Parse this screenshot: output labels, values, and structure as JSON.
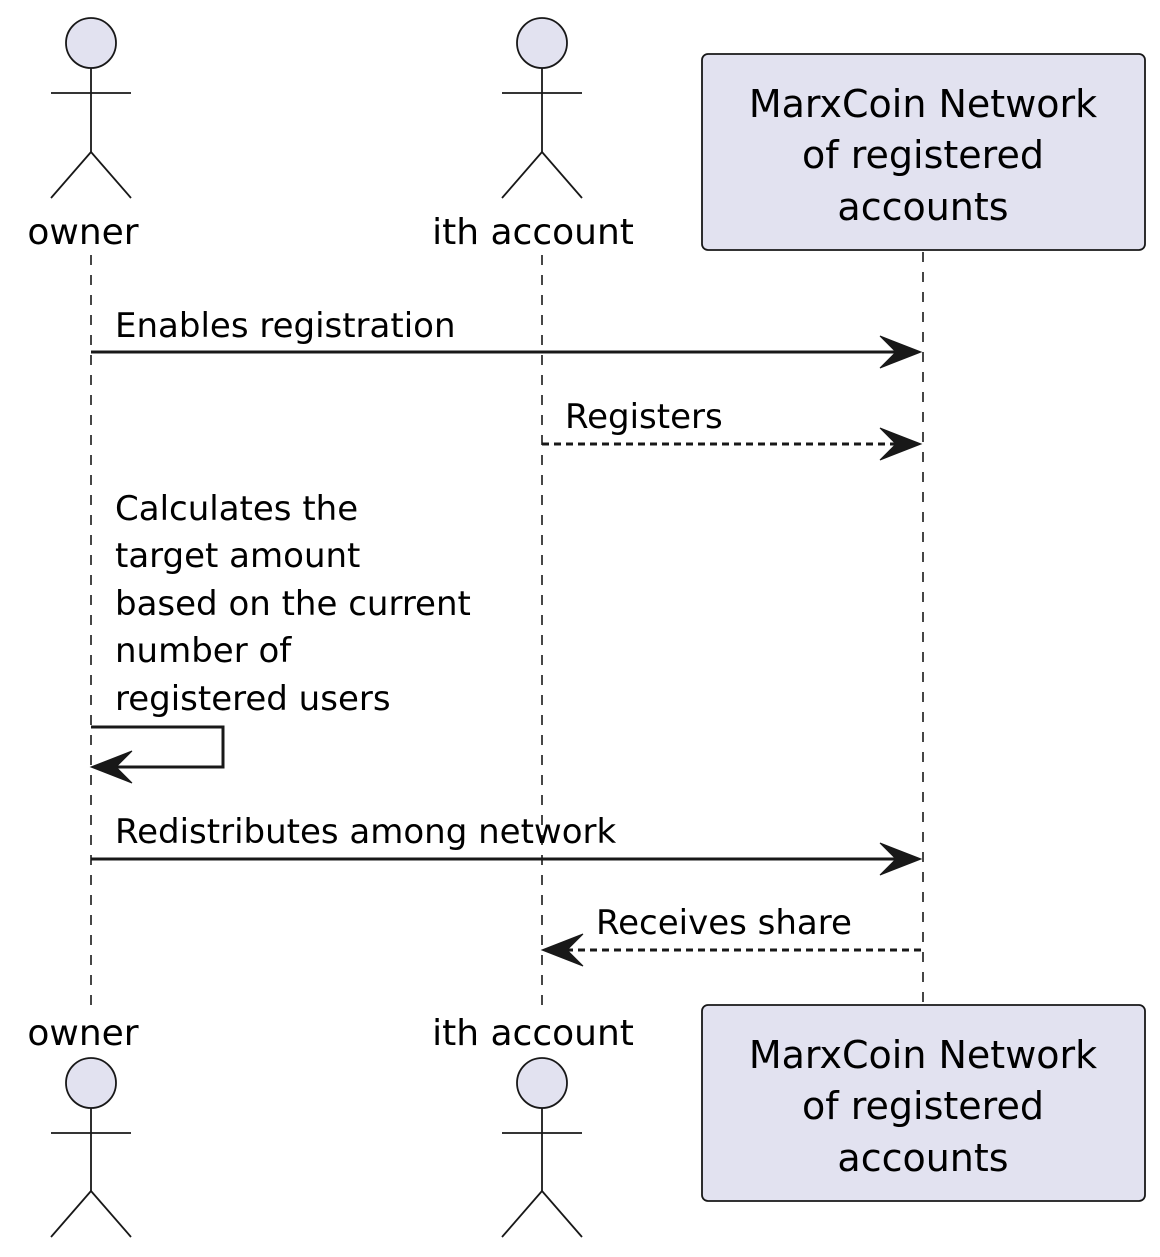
{
  "participants": {
    "owner": {
      "label": "owner"
    },
    "ith_account": {
      "label": "ith account"
    },
    "network": {
      "label_lines": [
        "MarxCoin Network",
        "of registered",
        "accounts"
      ]
    }
  },
  "messages": [
    {
      "label_lines": [
        "Enables registration"
      ],
      "from": "owner",
      "to": "network",
      "style": "solid"
    },
    {
      "label_lines": [
        "Registers"
      ],
      "from": "ith_account",
      "to": "network",
      "style": "dashed"
    },
    {
      "label_lines": [
        "Calculates the",
        "target amount",
        "based on the current",
        "number of",
        "registered users"
      ],
      "from": "owner",
      "to": "owner",
      "style": "solid"
    },
    {
      "label_lines": [
        "Redistributes among network"
      ],
      "from": "owner",
      "to": "network",
      "style": "solid"
    },
    {
      "label_lines": [
        "Receives share"
      ],
      "from": "network",
      "to": "ith_account",
      "style": "dashed"
    }
  ],
  "colors": {
    "participant_fill": "#E2E2F0",
    "stroke": "#181818"
  }
}
